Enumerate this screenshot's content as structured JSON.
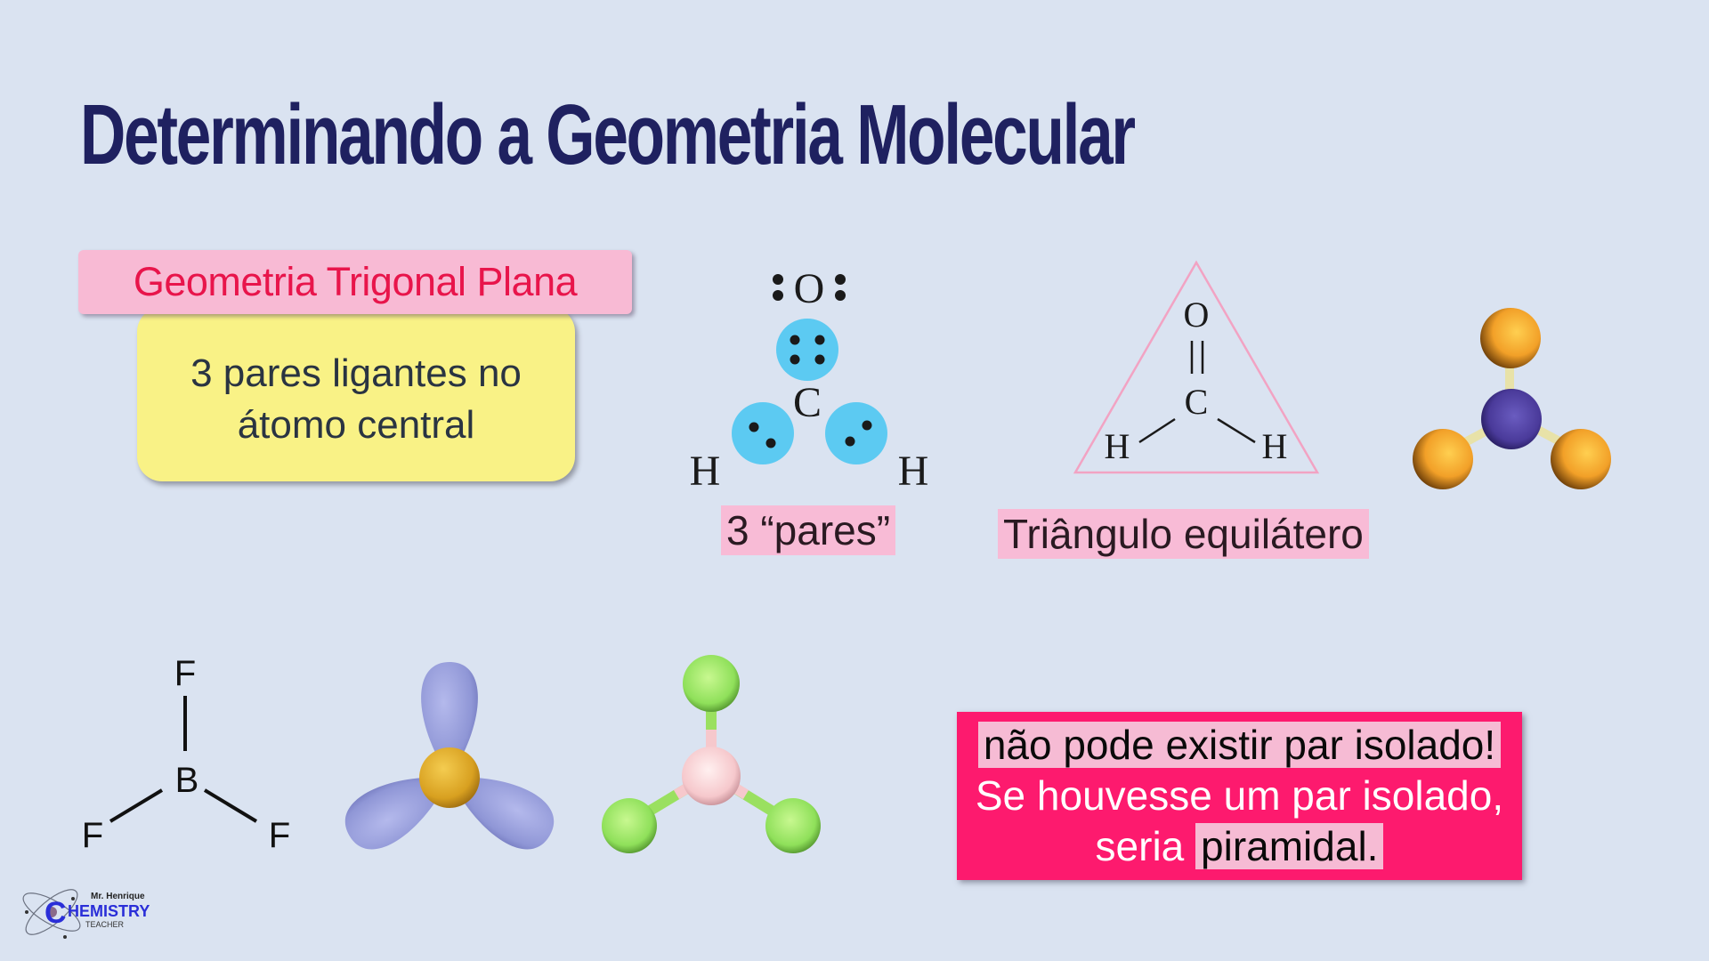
{
  "slide": {
    "title": "Determinando a Geometria Molecular",
    "background_color": "#dae3f1",
    "title_color": "#1f2160"
  },
  "geometry_card": {
    "heading": "Geometria Trigonal Plana",
    "heading_color": "#e8154b",
    "heading_bg": "#f8bad4",
    "body_line1": "3 pares ligantes no",
    "body_line2": "átomo central",
    "body_bg": "#f9f286"
  },
  "lewis_structure": {
    "atoms": {
      "top": "O",
      "center": "C",
      "left": "H",
      "right": "H"
    },
    "pair_color": "#5ccaf2",
    "caption": "3 “pares”"
  },
  "triangle_structure": {
    "atoms": {
      "top": "O",
      "center": "C",
      "left": "H",
      "right": "H"
    },
    "triangle_color": "#f2a3c3",
    "caption": "Triângulo equilátero"
  },
  "model_3d_orange": {
    "center_color": "#4a3a9a",
    "outer_color": "#f2a028"
  },
  "bf3_structure": {
    "atoms": {
      "center": "B",
      "top": "F",
      "left": "F",
      "right": "F"
    }
  },
  "orbital_model": {
    "lobe_color": "#8f96d6",
    "center_color": "#d8a020"
  },
  "model_3d_green": {
    "center_color": "#f6c8cc",
    "outer_color": "#8fe05a"
  },
  "note": {
    "line1": "não pode existir par isolado!",
    "line2": "Se houvesse um par isolado,",
    "line3_prefix": "seria ",
    "line3_highlight": "piramidal.",
    "bg_color": "#fd1a6e"
  },
  "logo": {
    "top_text": "Mr. Henrique",
    "main_text": "HEMISTRY",
    "initial": "C",
    "bottom_text": "TEACHER"
  }
}
